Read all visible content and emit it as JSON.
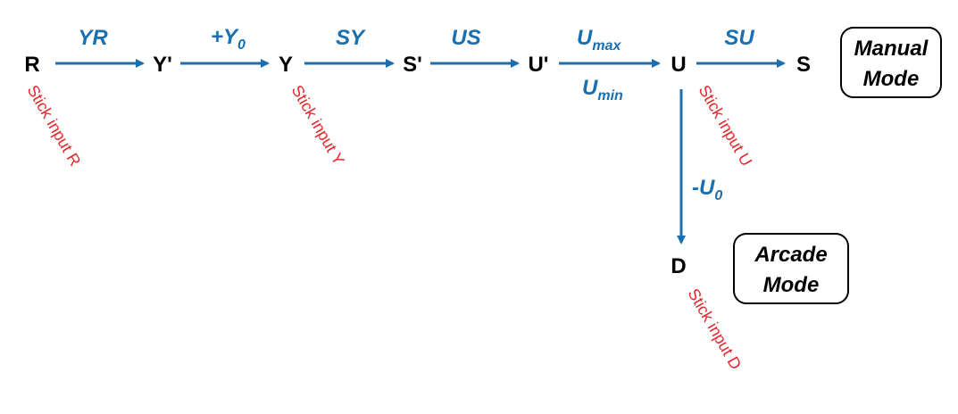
{
  "colors": {
    "arrow": "#1a6fb0",
    "stick": "#e8262d",
    "node": "#000000"
  },
  "nodes": {
    "R": "R",
    "Y_prime": "Y'",
    "Y": "Y",
    "S_prime": "S'",
    "U_prime": "U'",
    "U": "U",
    "S": "S",
    "D": "D"
  },
  "edge_labels": {
    "yr": "YR",
    "plus_y0_main": "+Y",
    "plus_y0_sub": "0",
    "sy": "SY",
    "us": "US",
    "umax_main": "U",
    "umax_sub": "max",
    "umin_main": "U",
    "umin_sub": "min",
    "su": "SU",
    "minus_u0_main": "-U",
    "minus_u0_sub": "0"
  },
  "stick_inputs": {
    "r": "Stick input R",
    "y": "Stick input Y",
    "u": "Stick input U",
    "d": "Stick input D"
  },
  "modes": {
    "manual_line1": "Manual",
    "manual_line2": "Mode",
    "arcade_line1": "Arcade",
    "arcade_line2": "Mode"
  }
}
